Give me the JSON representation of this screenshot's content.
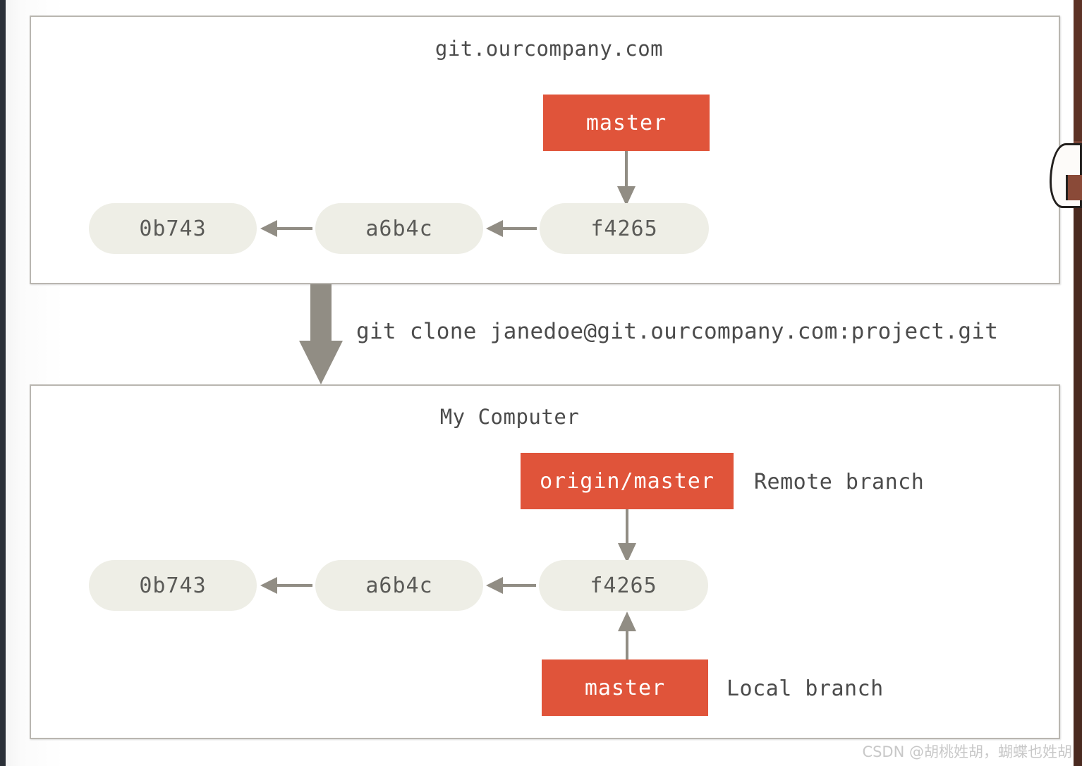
{
  "diagram": {
    "title_server": "git.ourcompany.com",
    "title_local": "My Computer",
    "clone_command": "git clone janedoe@git.ourcompany.com:project.git",
    "colors": {
      "branch_box": "#e0543a",
      "commit_node": "#eeeee6",
      "arrow": "#918d84",
      "panel_border": "#b9b6b0",
      "text": "#4b4b4b"
    }
  },
  "server_panel": {
    "title": "git.ourcompany.com",
    "branch_label": "master",
    "commits": [
      {
        "id": "0b743"
      },
      {
        "id": "a6b4c"
      },
      {
        "id": "f4265"
      }
    ]
  },
  "local_panel": {
    "title": "My Computer",
    "remote_branch_label": "origin/master",
    "remote_branch_annotation": "Remote branch",
    "local_branch_label": "master",
    "local_branch_annotation": "Local branch",
    "commits": [
      {
        "id": "0b743"
      },
      {
        "id": "a6b4c"
      },
      {
        "id": "f4265"
      }
    ]
  },
  "watermark": {
    "text": "CSDN @胡桃姓胡，蝴蝶也姓胡"
  }
}
